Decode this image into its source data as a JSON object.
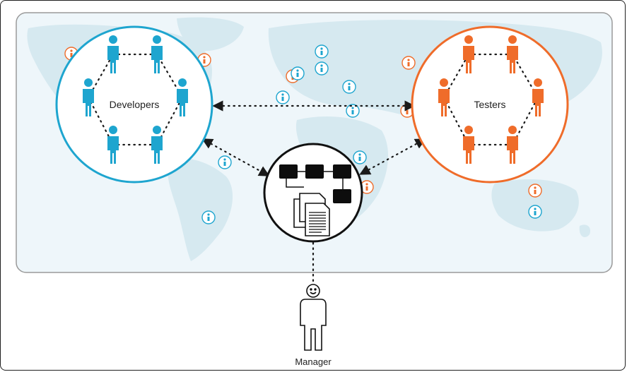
{
  "diagram": {
    "developers_label": "Developers",
    "testers_label": "Testers",
    "manager_label": "Manager",
    "colors": {
      "developers": "#1ea5cf",
      "testers": "#ef6c2a",
      "map_background": "#eef6fa",
      "land": "#d6e9f0",
      "connector": "#1a1a1a",
      "frame": "#1f1f1f"
    },
    "icons": {
      "developer": "person-icon",
      "tester": "person-icon",
      "manager": "smiley-person-icon",
      "location_marker": "location-pin-icon",
      "hub": "workflow-documents-icon"
    },
    "people_per_group": 6,
    "connections": [
      {
        "from": "developers",
        "to": "testers",
        "style": "dotted bidirectional"
      },
      {
        "from": "developers",
        "to": "hub",
        "style": "dotted bidirectional"
      },
      {
        "from": "testers",
        "to": "hub",
        "style": "dotted bidirectional"
      },
      {
        "from": "manager",
        "to": "hub",
        "style": "dotted"
      }
    ]
  }
}
